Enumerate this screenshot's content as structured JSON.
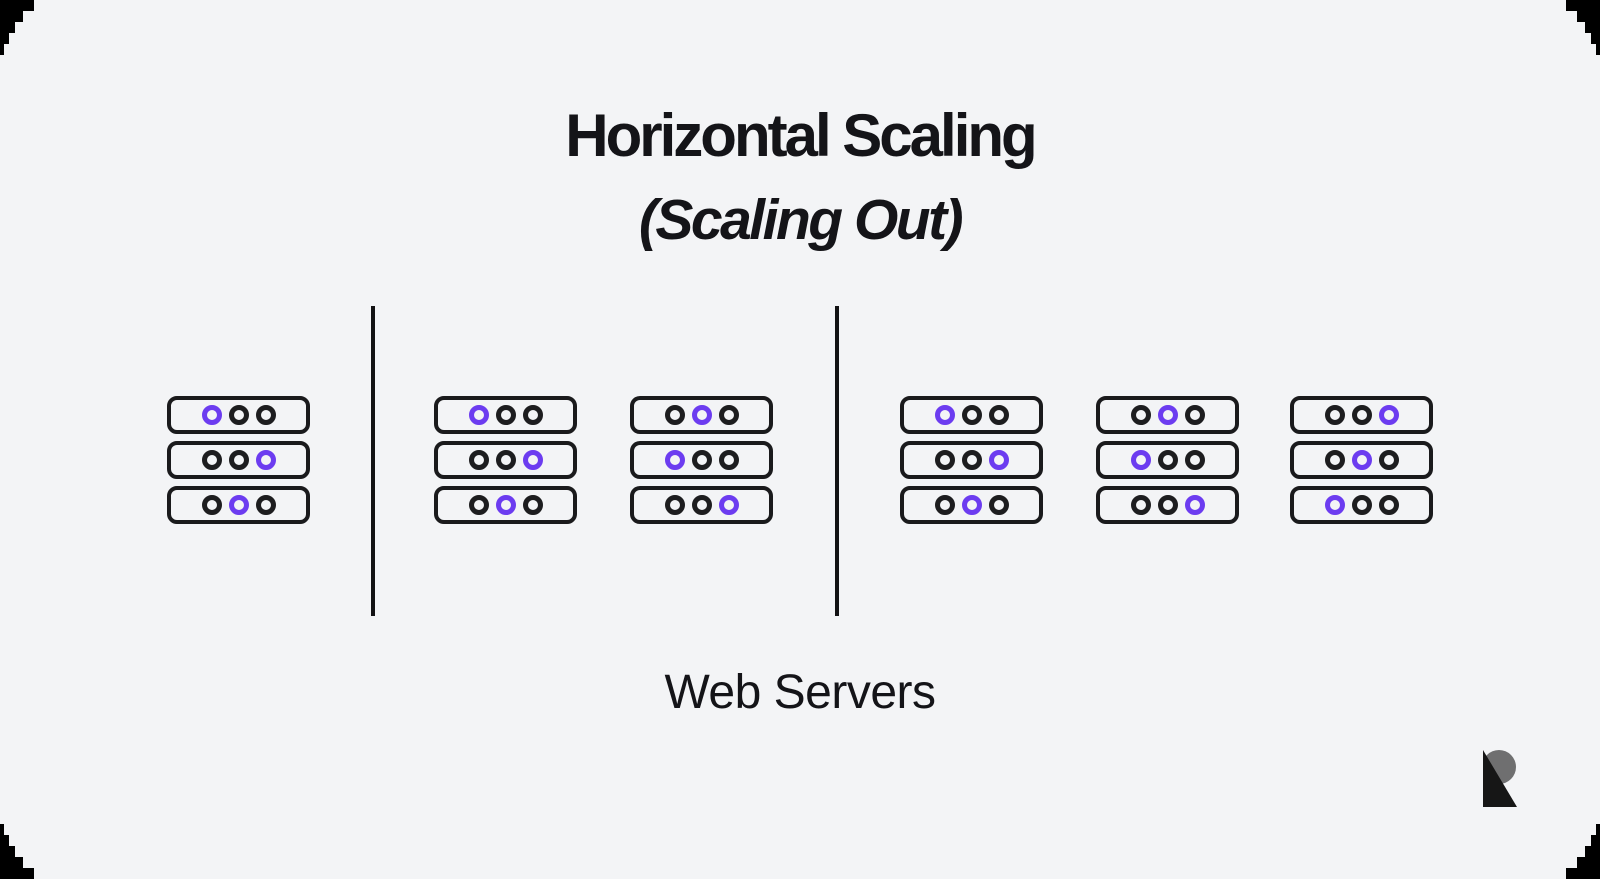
{
  "title": {
    "line1": "Horizontal Scaling",
    "line2": "(Scaling Out)"
  },
  "caption": "Web Servers",
  "colors": {
    "background": "#000000",
    "card": "#f3f4f6",
    "ink": "#1a1a1c",
    "text": "#141418",
    "purple": "#6c3cf0",
    "logo_gray": "#6f6f70",
    "logo_black": "#161616"
  },
  "diagram": {
    "description_icon": "server-rack-icon",
    "rows_per_stack": 3,
    "leds_per_row": 3,
    "groups": [
      {
        "label": "stage-1",
        "stacks": [
          {
            "purple_index_per_row": [
              0,
              2,
              1
            ]
          }
        ]
      },
      {
        "label": "stage-2",
        "stacks": [
          {
            "purple_index_per_row": [
              0,
              2,
              1
            ]
          },
          {
            "purple_index_per_row": [
              1,
              0,
              2
            ]
          }
        ]
      },
      {
        "label": "stage-3",
        "stacks": [
          {
            "purple_index_per_row": [
              0,
              2,
              1
            ]
          },
          {
            "purple_index_per_row": [
              1,
              0,
              2
            ]
          },
          {
            "purple_index_per_row": [
              2,
              1,
              0
            ]
          }
        ]
      }
    ],
    "separator_count": 2
  },
  "logo": {
    "name": "r-mark-logo"
  }
}
